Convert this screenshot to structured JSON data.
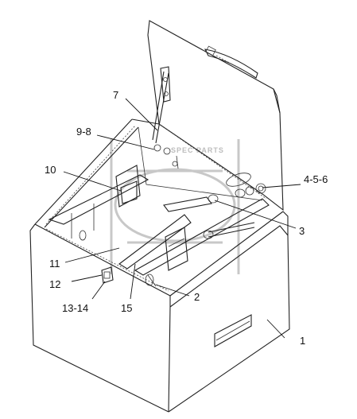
{
  "callouts": [
    {
      "id": "1",
      "label": "1"
    },
    {
      "id": "2",
      "label": "2"
    },
    {
      "id": "3",
      "label": "3"
    },
    {
      "id": "4-5-6",
      "label": "4-5-6"
    },
    {
      "id": "7",
      "label": "7"
    },
    {
      "id": "9-8",
      "label": "9-8"
    },
    {
      "id": "10",
      "label": "10"
    },
    {
      "id": "11",
      "label": "11"
    },
    {
      "id": "12",
      "label": "12"
    },
    {
      "id": "13-14",
      "label": "13-14"
    },
    {
      "id": "15",
      "label": "15"
    }
  ],
  "watermark": {
    "text": "SPEC PARTS"
  }
}
